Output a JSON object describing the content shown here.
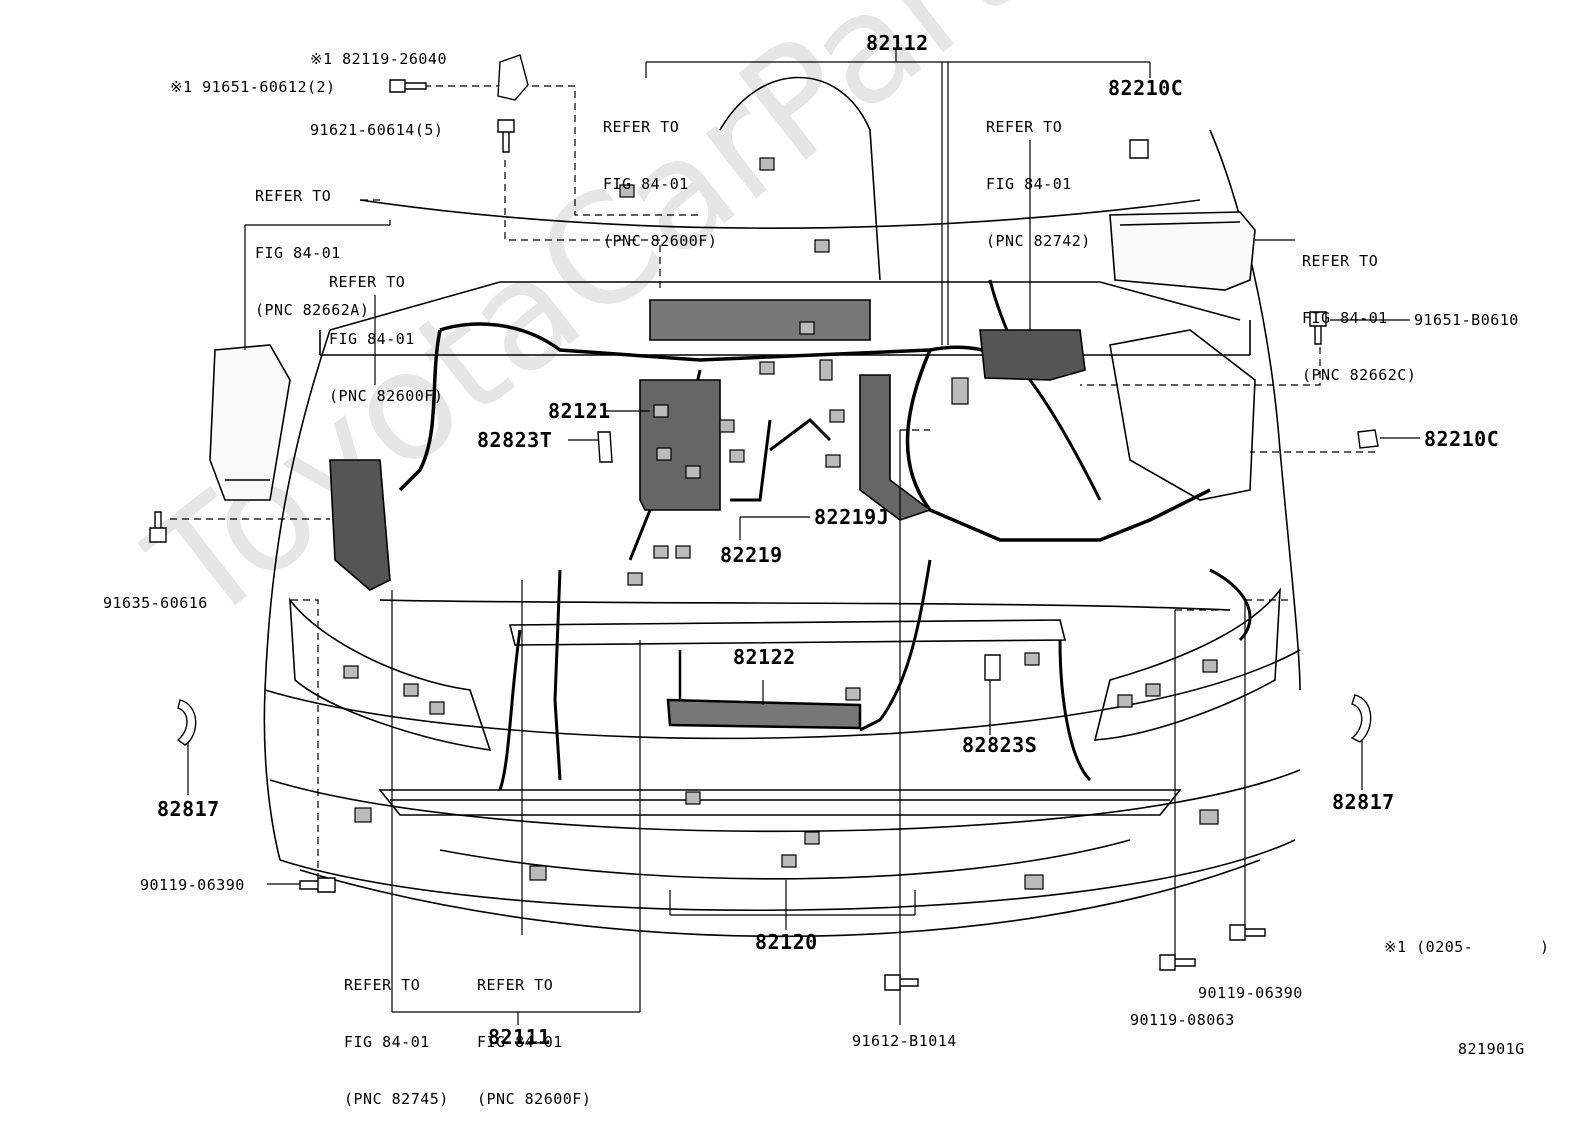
{
  "watermark": "ToyotaCarPart.ru",
  "figure_code": "821901G",
  "footnote": "※1 (0205-       )",
  "part_numbers": {
    "p82112": "82112",
    "p82210c_top": "82210C",
    "p82210c_right": "82210C",
    "p82121": "82121",
    "p82823t": "82823T",
    "p82219j": "82219J",
    "p82219": "82219",
    "p82122": "82122",
    "p82823s": "82823S",
    "p82817_left": "82817",
    "p82817_right": "82817",
    "p82120": "82120",
    "p82111": "82111"
  },
  "fasteners": {
    "f1": "※1 82119-26040",
    "f2": "※1 91651-60612(2)",
    "f3": "91621-60614(5)",
    "f4": "91651-B0610",
    "f5": "91635-60616",
    "f6": "90119-06390",
    "f7": "91612-B1014",
    "f8": "90119-08063",
    "f9": "90119-06390"
  },
  "refs": {
    "r1": {
      "l1": "REFER TO",
      "l2": "FIG 84-01",
      "l3": "(PNC 82600F)"
    },
    "r2": {
      "l1": "REFER TO",
      "l2": "FIG 84-01",
      "l3": "(PNC 82742)"
    },
    "r3": {
      "l1": "REFER TO",
      "l2": "FIG 84-01",
      "l3": "(PNC 82662A)"
    },
    "r4": {
      "l1": "REFER TO",
      "l2": "FIG 84-01",
      "l3": "(PNC 82600F)"
    },
    "r5": {
      "l1": "REFER TO",
      "l2": "FIG 84-01",
      "l3": "(PNC 82662C)"
    },
    "r6": {
      "l1": "REFER TO",
      "l2": "FIG 84-01",
      "l3": "(PNC 82745)"
    },
    "r7": {
      "l1": "REFER TO",
      "l2": "FIG 84-01",
      "l3": "(PNC 82600F)"
    }
  }
}
